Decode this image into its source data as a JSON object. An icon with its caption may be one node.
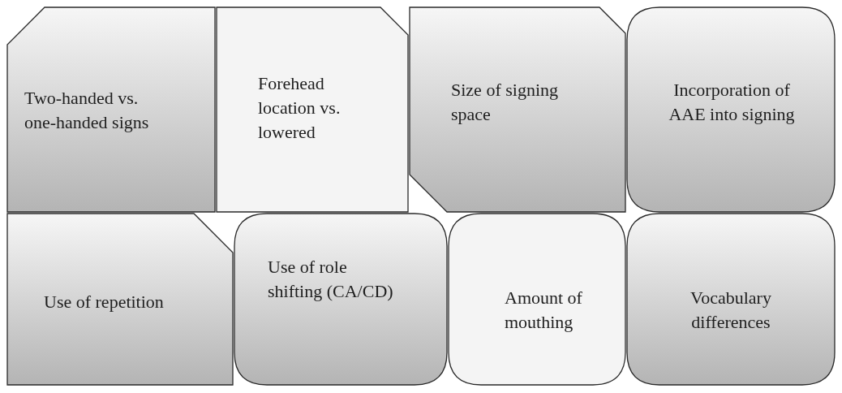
{
  "diagram": {
    "nodes": [
      {
        "text": [
          "Two-handed vs. one-handed signs"
        ]
      },
      {
        "text": [
          "Forehead location vs. lowered"
        ]
      },
      {
        "text": [
          "Size of signing space"
        ]
      },
      {
        "text": [
          "Incorporation of AAE into signing"
        ]
      },
      {
        "text": [
          "Use of repetition"
        ]
      },
      {
        "text": [
          "Use of role shifting (CA/CD)"
        ]
      },
      {
        "text": [
          "Amount of mouthing"
        ]
      },
      {
        "text": [
          "Vocabulary differences"
        ]
      }
    ]
  }
}
